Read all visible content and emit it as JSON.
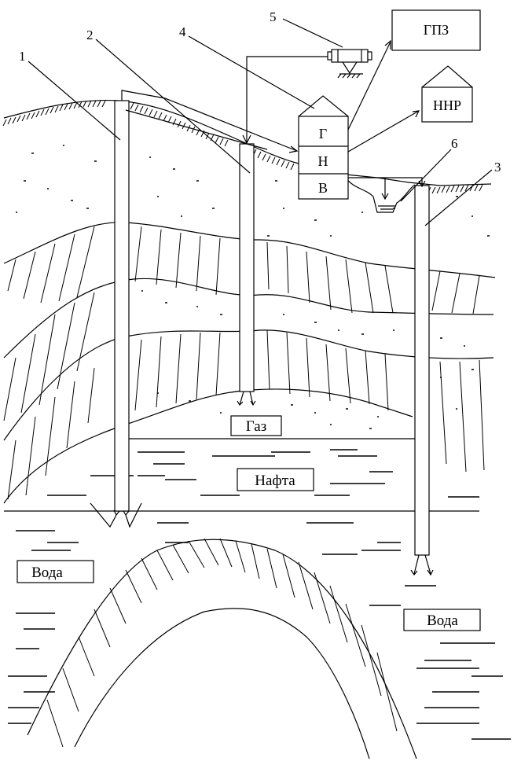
{
  "callouts": {
    "well_1": "1",
    "well_2": "2",
    "well_3": "3",
    "separator": "4",
    "meter": "5",
    "pit": "6"
  },
  "separator_sections": {
    "top": "Г",
    "middle": "Н",
    "bottom": "В"
  },
  "destinations": {
    "gas_plant": "ГПЗ",
    "oil_depot": "ННР"
  },
  "zones": {
    "gas": "Газ",
    "oil": "Нафта",
    "water_left": "Вода",
    "water_right": "Вода"
  },
  "colors": {
    "ink": "#000000",
    "background": "#ffffff"
  }
}
